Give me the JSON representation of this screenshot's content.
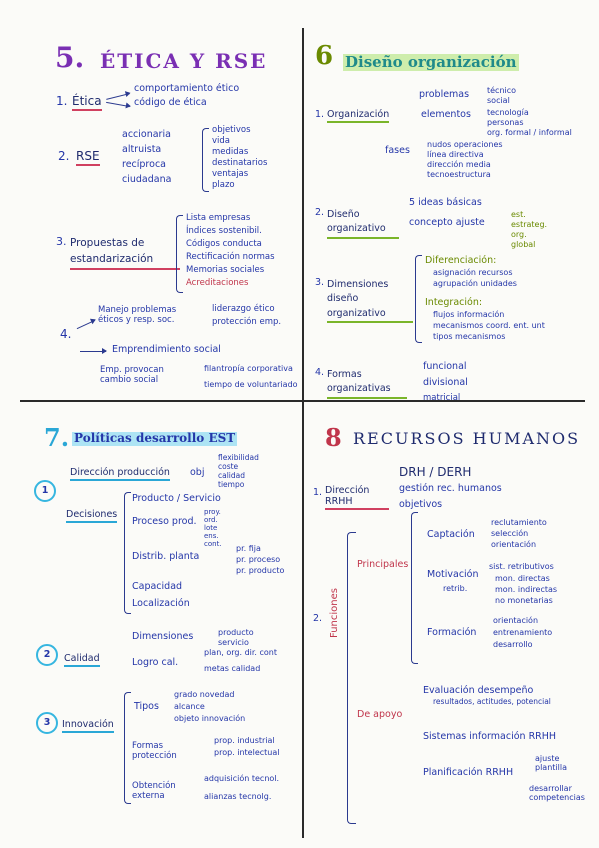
{
  "q5": {
    "title_num": "5.",
    "title": "ÉTICA Y RSE",
    "s1": {
      "num": "1.",
      "label": "Ética",
      "items": [
        "comportamiento ético",
        "código de ética"
      ]
    },
    "s2": {
      "num": "2.",
      "label": "RSE",
      "left": [
        "accionaria",
        "altruista",
        "recíproca",
        "ciudadana"
      ],
      "right": [
        "objetivos",
        "vida",
        "medidas",
        "destinatarios",
        "ventajas",
        "plazo"
      ]
    },
    "s3": {
      "num": "3.",
      "label": "Propuestas de estandarización",
      "items": [
        "Lista empresas",
        "Índices sostenibil.",
        "Códigos conducta",
        "Rectificación normas",
        "Memorias sociales",
        "Acreditaciones"
      ]
    },
    "s4": {
      "num": "4.",
      "a": "Manejo problemas éticos y resp. soc.",
      "a_items": [
        "liderazgo ético",
        "protección emp."
      ],
      "b": "Emprendimiento social",
      "c": "Emp. provocan cambio social",
      "c_items": [
        "filantropía corporativa",
        "tiempo de voluntariado"
      ]
    }
  },
  "q6": {
    "title_num": "6",
    "title": "Diseño organización",
    "s1": {
      "num": "1.",
      "label": "Organización",
      "problemas": "problemas",
      "p_items": [
        "técnico",
        "social"
      ],
      "elementos": "elementos",
      "e_items": [
        "tecnología",
        "personas",
        "org. formal / informal"
      ],
      "fases": "fases",
      "f_items": [
        "nudos operaciones",
        "línea directiva",
        "dirección media",
        "tecnoestructura"
      ]
    },
    "s2": {
      "num": "2.",
      "label": "Diseño organizativo",
      "a": "5 ideas básicas",
      "b": "concepto ajuste",
      "b_items": [
        "est.",
        "estrateg.",
        "org.",
        "global"
      ]
    },
    "s3": {
      "num": "3.",
      "label": "Dimensiones diseño organizativo",
      "dif": "Diferenciación:",
      "dif_items": [
        "asignación recursos",
        "agrupación unidades"
      ],
      "int": "Integración:",
      "int_items": [
        "flujos información",
        "mecanismos coord. ent. unt",
        "tipos mecanismos"
      ]
    },
    "s4": {
      "num": "4.",
      "label": "Formas organizativas",
      "items": [
        "funcional",
        "divisional",
        "matricial"
      ]
    }
  },
  "q7": {
    "title_num": "7.",
    "title": "Políticas desarrollo EST",
    "s1": {
      "num": "1",
      "a": "Dirección producción",
      "obj": "obj",
      "obj_items": [
        "flexibilidad",
        "coste",
        "calidad",
        "tiempo"
      ],
      "dec": "Decisiones",
      "dec_items": [
        "Producto / Servicio",
        "Proceso prod.",
        "Distrib. planta",
        "Capacidad",
        "Localización"
      ],
      "proc_items": [
        "proy.",
        "ord.",
        "lote",
        "ens.",
        "cont."
      ],
      "dist_items": [
        "pr. fija",
        "pr. proceso",
        "pr. producto"
      ]
    },
    "s2": {
      "num": "2",
      "label": "Calidad",
      "a": "Dimensiones",
      "a_items": [
        "producto",
        "servicio"
      ],
      "b": "Logro cal.",
      "b_items": [
        "plan, org. dir. cont",
        "metas calidad"
      ]
    },
    "s3": {
      "num": "3",
      "label": "Innovación",
      "tipos": "Tipos",
      "t_items": [
        "grado novedad",
        "alcance",
        "objeto innovación"
      ],
      "formas": "Formas protección",
      "f_items": [
        "prop. industrial",
        "prop. intelectual"
      ],
      "obt": "Obtención externa",
      "o_items": [
        "adquisición tecnol.",
        "alianzas tecnolg."
      ]
    }
  },
  "q8": {
    "title_num": "8",
    "title": "RECURSOS HUMANOS",
    "s1": {
      "num": "1.",
      "label": "Dirección RRHH",
      "items": [
        "DRH / DERH",
        "gestión rec. humanos",
        "objetivos"
      ]
    },
    "s2": {
      "num": "2.",
      "label": "Funciones",
      "princ": "Principales",
      "capt": "Captación",
      "capt_items": [
        "reclutamiento",
        "selección",
        "orientación"
      ],
      "motiv": "Motivación",
      "motiv_items": [
        "sist. retributivos"
      ],
      "ret": "retrib.",
      "ret_items": [
        "mon. directas",
        "mon. indirectas",
        "no monetarias"
      ],
      "form": "Formación",
      "form_items": [
        "orientación",
        "entrenamiento",
        "desarrollo"
      ],
      "apoyo": "De apoyo",
      "eval": "Evaluación desempeño",
      "eval_sub": "resultados, actitudes, potencial",
      "sist": "Sistemas información RRHH",
      "plan": "Planificación RRHH",
      "plan_items": [
        "ajuste plantilla",
        "desarrollar competencias"
      ]
    }
  }
}
